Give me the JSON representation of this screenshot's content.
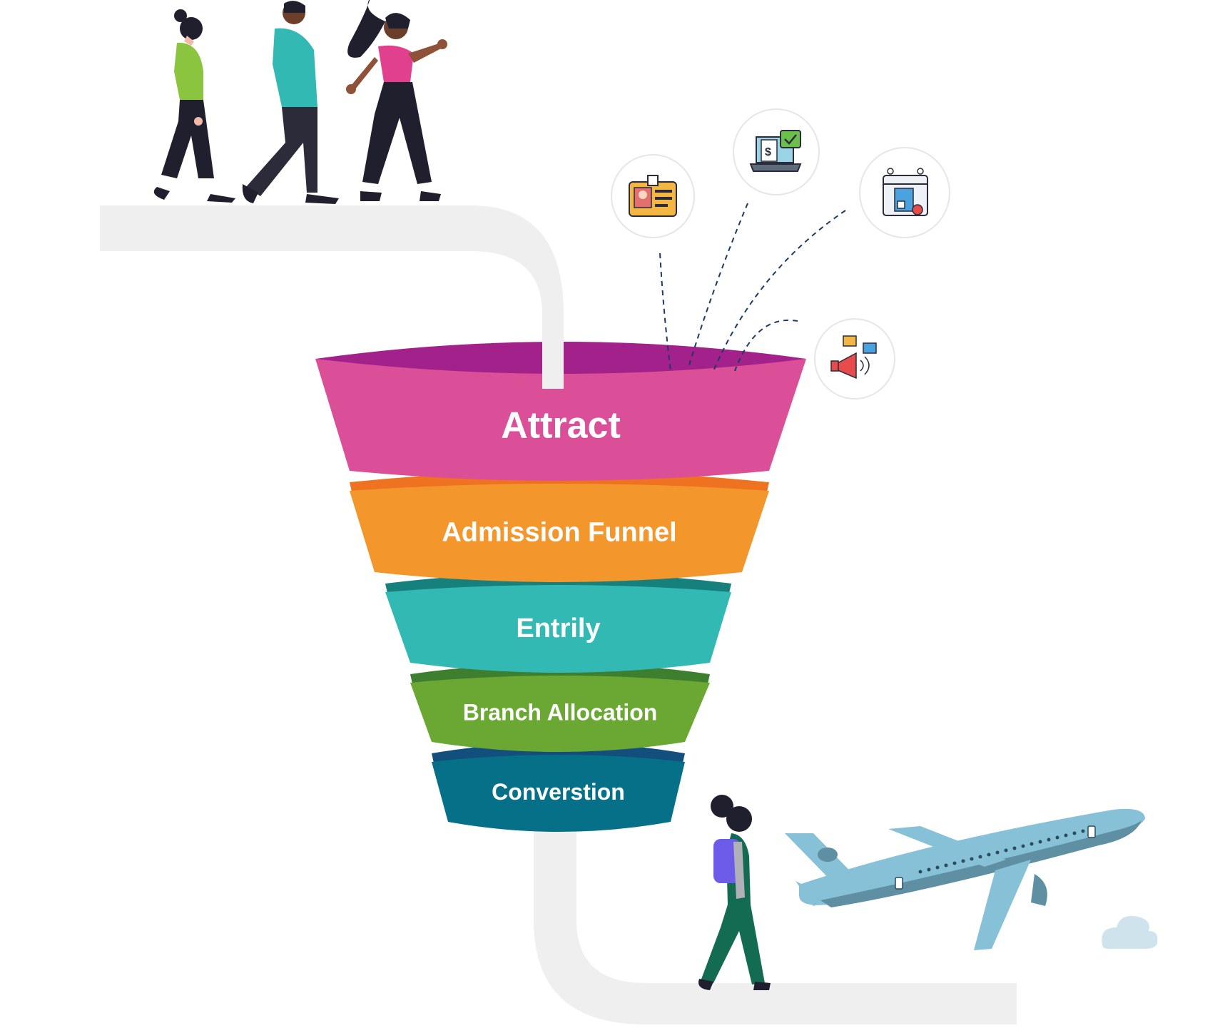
{
  "funnel": {
    "stages": [
      {
        "label": "Attract",
        "color": "#DB4E98",
        "shade": "#A8238C"
      },
      {
        "label": "Admission Funnel",
        "color": "#F3962C",
        "shade": "#EE7220"
      },
      {
        "label": "Entrily",
        "color": "#33B9B4",
        "shade": "#16807C"
      },
      {
        "label": "Branch Allocation",
        "color": "#6AA833",
        "shade": "#3D7E2F"
      },
      {
        "label": "Converstion",
        "color": "#077089",
        "shade": "#134F7C"
      }
    ]
  },
  "icons": [
    "id-card-icon",
    "laptop-invoice-icon",
    "browser-document-icon",
    "megaphone-chat-icon"
  ],
  "colors": {
    "path": "#EFEFEF",
    "plane": "#86C1D8",
    "plane_dark": "#5E8FA3"
  }
}
